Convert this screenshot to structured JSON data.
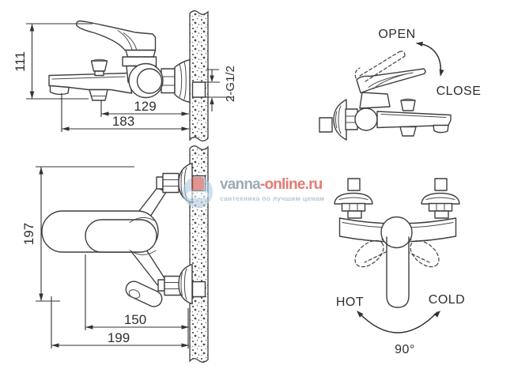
{
  "views": {
    "side": {
      "dim_height": "111",
      "dim_spout": "129",
      "dim_overall": "183",
      "thread_label": "2-G1/2"
    },
    "operation": {
      "open_label": "OPEN",
      "close_label": "CLOSE"
    },
    "top": {
      "dim_height": "197",
      "dim_spout": "150",
      "dim_overall": "199"
    },
    "rotation": {
      "hot_label": "HOT",
      "cold_label": "COLD",
      "angle_label": "90°"
    }
  },
  "watermark": {
    "brand_primary": "vanna",
    "brand_secondary": "-online.ru",
    "tagline": "сантехника по лучшим ценам"
  },
  "colors": {
    "line": "#3f3f3f",
    "dimension_text": "#2e2e2e",
    "brand_blue": "#8a9dab",
    "brand_red": "#e2635b",
    "tagline_blue": "#a6becd",
    "logo_blue": "#b3cfe3",
    "logo_red": "#cf5b52",
    "background": "#ffffff"
  }
}
